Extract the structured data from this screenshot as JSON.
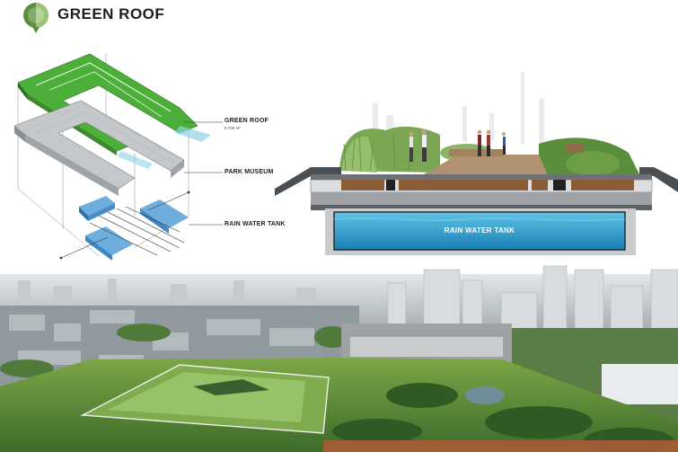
{
  "header": {
    "title": "GREEN ROOF"
  },
  "axonometric": {
    "layers": [
      {
        "label": "GREEN ROOF",
        "sublabel": "5,700 m²"
      },
      {
        "label": "PARK MUSEUM",
        "sublabel": ""
      },
      {
        "label": "RAIN WATER TANK",
        "sublabel": ""
      }
    ]
  },
  "section": {
    "tank_label": "RAIN WATER TANK"
  },
  "colors": {
    "roof_green": "#4caf3a",
    "museum_gray": "#b9bcbe",
    "tank_blue": "#3f88c5",
    "water": "#2a9fd0"
  }
}
